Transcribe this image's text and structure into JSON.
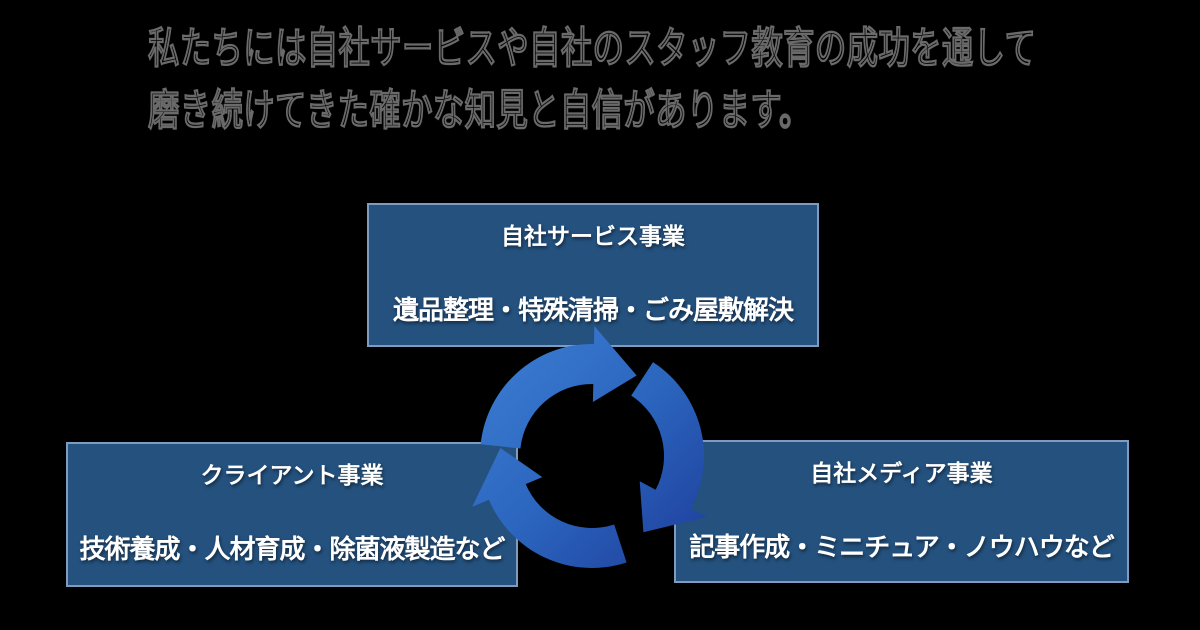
{
  "header": {
    "line1": "私たちには自社サービスや自社のスタッフ教育の成功を通して",
    "line2": "磨き続けてきた確かな知見と自信があります。"
  },
  "boxes": {
    "top": {
      "title": "自社サービス事業",
      "body": "遺品整理・特殊清掃・ごみ屋敷解決"
    },
    "left": {
      "title": "クライアント事業",
      "body": "技術養成・人材育成・除菌液製造など"
    },
    "right": {
      "title": "自社メディア事業",
      "body": "記事作成・ミニチュア・ノウハウなど"
    }
  },
  "icons": {
    "cycle_arrows": "cycle-arrows-icon"
  },
  "colors": {
    "background": "#000000",
    "box_bg": "#24517E",
    "box_border": "#7E9CC0",
    "box_text": "#FFFFFF",
    "header_text": "#000000",
    "header_outline": "#6A6A6A",
    "arrow_gradient_light": "#3E7FD4",
    "arrow_gradient_mid": "#2B65BE",
    "arrow_gradient_dark": "#1C3A98"
  }
}
